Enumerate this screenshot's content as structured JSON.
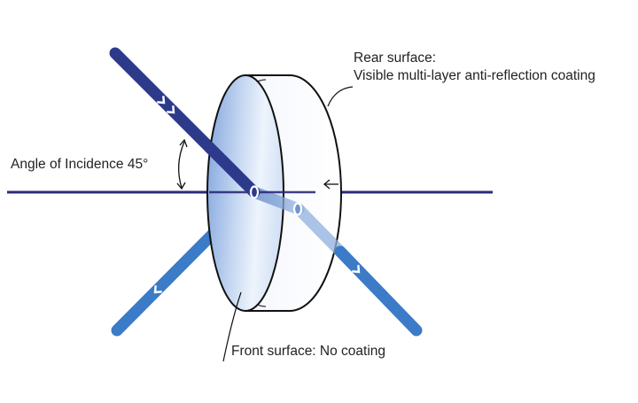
{
  "labels": {
    "rear_line1": "Rear surface:",
    "rear_line2": "Visible multi-layer anti-reflection coating",
    "angle": "Angle of Incidence 45°",
    "front": "Front surface: No coating"
  },
  "colors": {
    "incident_beam": "#2d3a8c",
    "reflected_beam": "#3b7bc8",
    "optical_axis": "#2a2a7a",
    "lens_face_light": "#eef4fc",
    "lens_face_dark": "#7fa3dc",
    "lens_outline": "#111111",
    "arrow_chevron": "#ffffff"
  },
  "icons": {
    "beam_direction": "chevron-icon",
    "angle_marker": "double-arrow-arc-icon",
    "surface_pointer": "arrow-left-icon"
  }
}
